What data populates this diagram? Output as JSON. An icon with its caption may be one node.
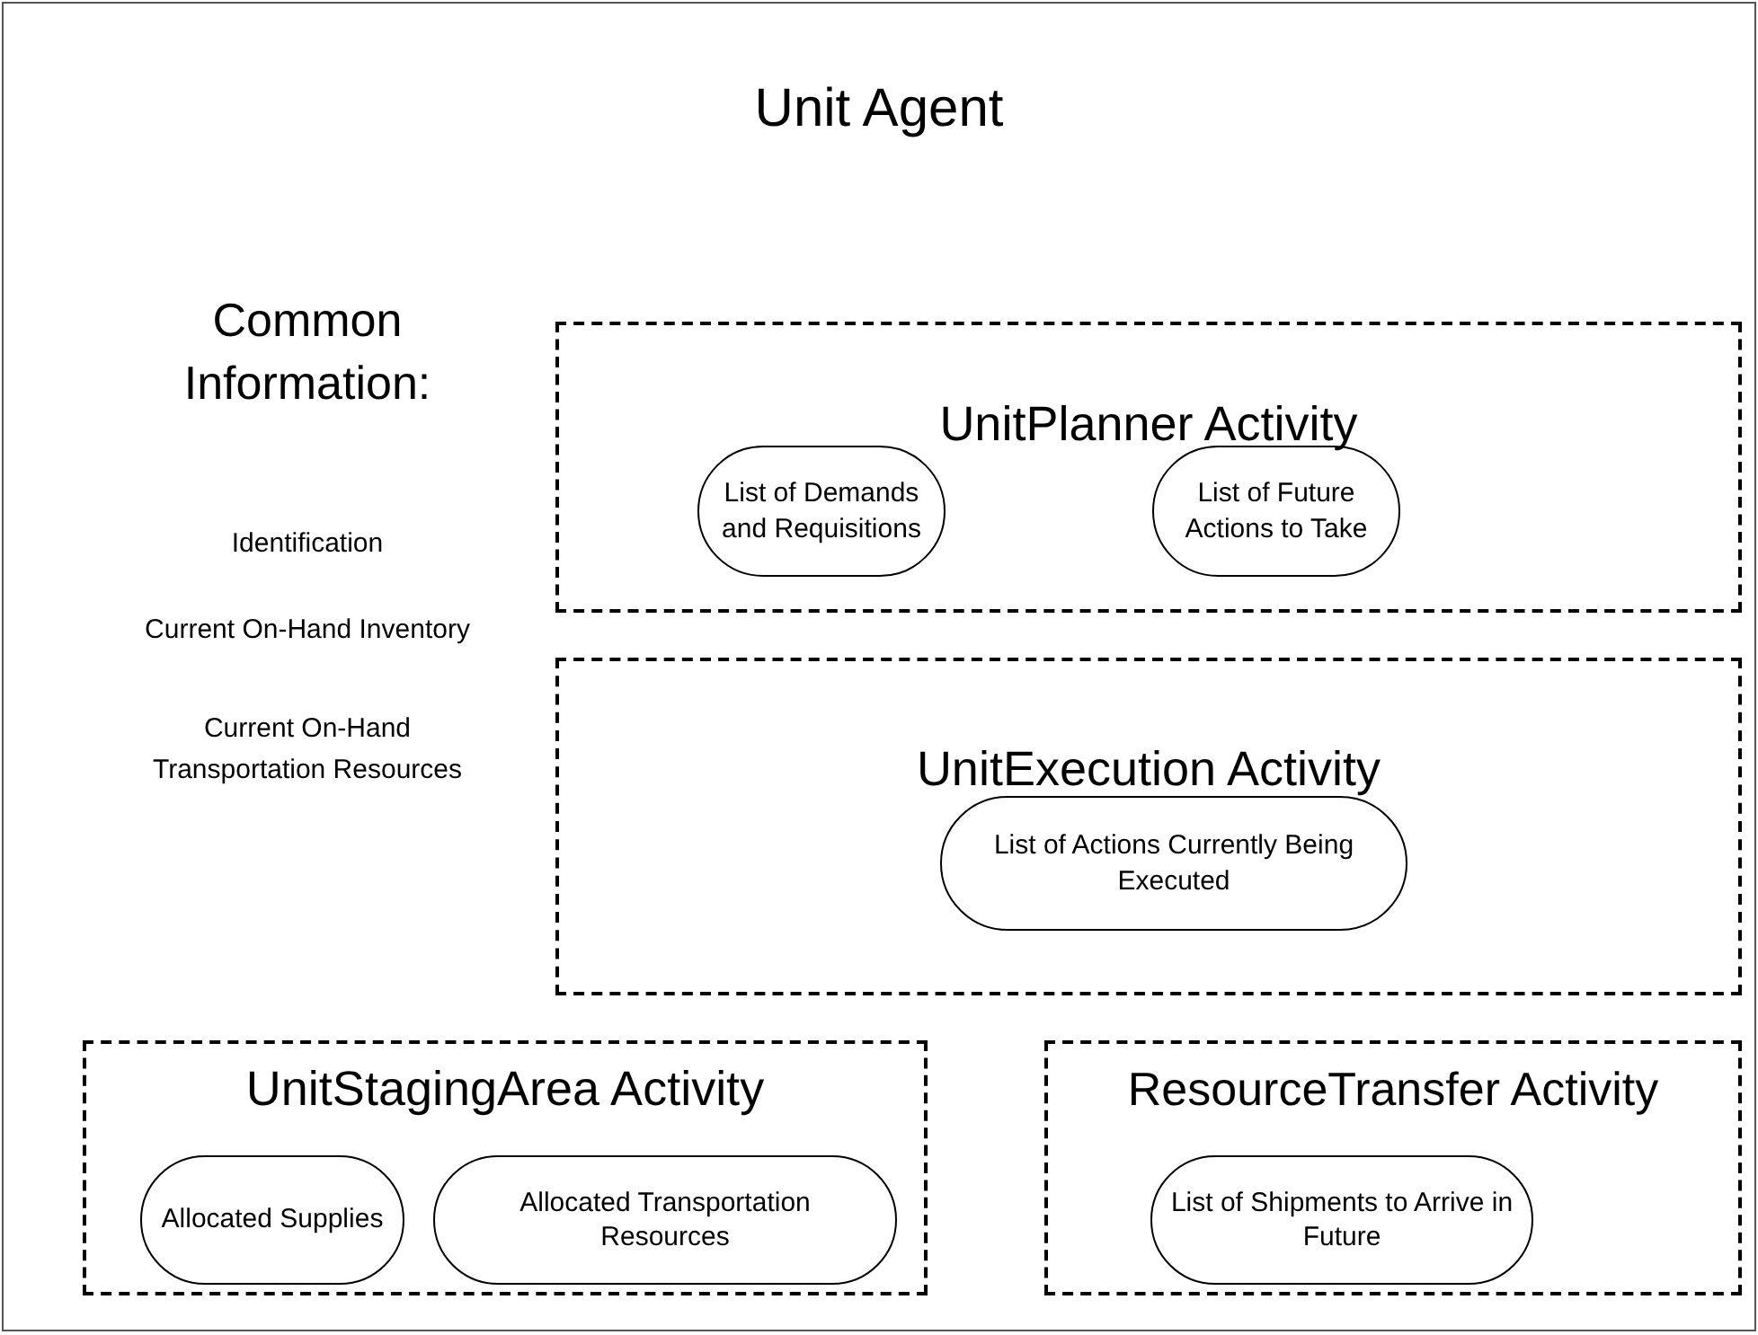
{
  "diagram": {
    "nodes": [
      {
        "text": [
          "Unit Agent"
        ]
      },
      {
        "text": [
          "UnitPlanner Activity"
        ],
        "in": 0
      },
      {
        "text": [
          "List of Demands and Requisitions"
        ],
        "in": 1
      },
      {
        "text": [
          "List of Future Actions to Take"
        ],
        "in": 1
      },
      {
        "text": [
          "UnitExecution Activity"
        ],
        "in": 0
      },
      {
        "text": [
          "List of Actions Currently Being Executed"
        ],
        "in": 4
      },
      {
        "text": [
          "UnitStagingArea Activity"
        ],
        "in": 0
      },
      {
        "text": [
          "Allocated Supplies"
        ],
        "in": 6
      },
      {
        "text": [
          "Allocated Transportation Resources"
        ],
        "in": 6
      },
      {
        "text": [
          "ResourceTransfer Activity"
        ],
        "in": 0
      },
      {
        "text": [
          "List of Shipments to Arrive in Future"
        ],
        "in": 9
      }
    ],
    "labels": [
      "Common Information:",
      "Identification",
      "Current On-Hand Inventory",
      "Current On-Hand Transportation Resources"
    ]
  }
}
